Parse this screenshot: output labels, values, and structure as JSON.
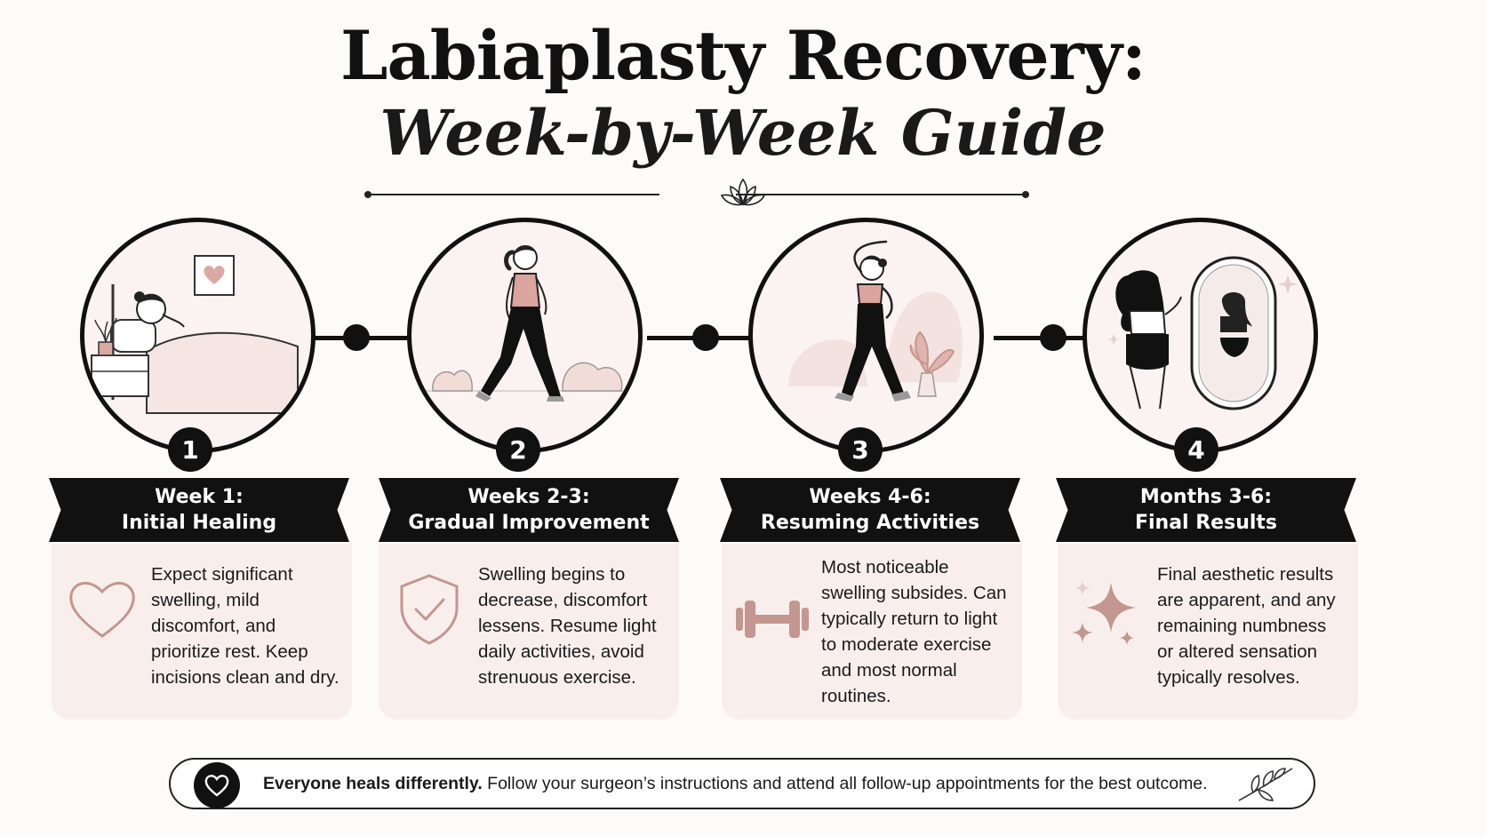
{
  "title": {
    "main": "Labiaplasty Recovery:",
    "sub": "Week-by-Week Guide"
  },
  "colors": {
    "accent": "#c49690",
    "dark": "#111111",
    "card_bg": "#f8efed",
    "circle_bg": "#fbf3f1"
  },
  "stages": [
    {
      "number": "1",
      "title_line1": "Week 1:",
      "title_line2": "Initial Healing",
      "description": "Expect significant swelling, mild discomfort, and prioritize rest. Keep incisions clean and dry.",
      "icon": "heart-outline-icon",
      "illustration": "woman-resting-in-bed"
    },
    {
      "number": "2",
      "title_line1": "Weeks 2-3:",
      "title_line2": "Gradual Improvement",
      "description": "Swelling begins to decrease, discomfort lessens. Resume light daily activities, avoid strenuous exercise.",
      "icon": "shield-check-icon",
      "illustration": "woman-walking"
    },
    {
      "number": "3",
      "title_line1": "Weeks 4-6:",
      "title_line2": "Resuming Activities",
      "description": "Most noticeable swelling subsides. Can typically return to light to moderate exercise and most normal routines.",
      "icon": "dumbbell-icon",
      "illustration": "woman-stretching"
    },
    {
      "number": "4",
      "title_line1": "Months 3-6:",
      "title_line2": "Final Results",
      "description": "Final aesthetic results are apparent, and any remaining numbness or altered sensation typically resolves.",
      "icon": "sparkle-icon",
      "illustration": "woman-at-mirror"
    }
  ],
  "footer": {
    "bold_text": "Everyone heals differently.",
    "text": " Follow your surgeon’s instructions and attend all follow-up appointments for the best outcome.",
    "icon": "heart-icon"
  }
}
